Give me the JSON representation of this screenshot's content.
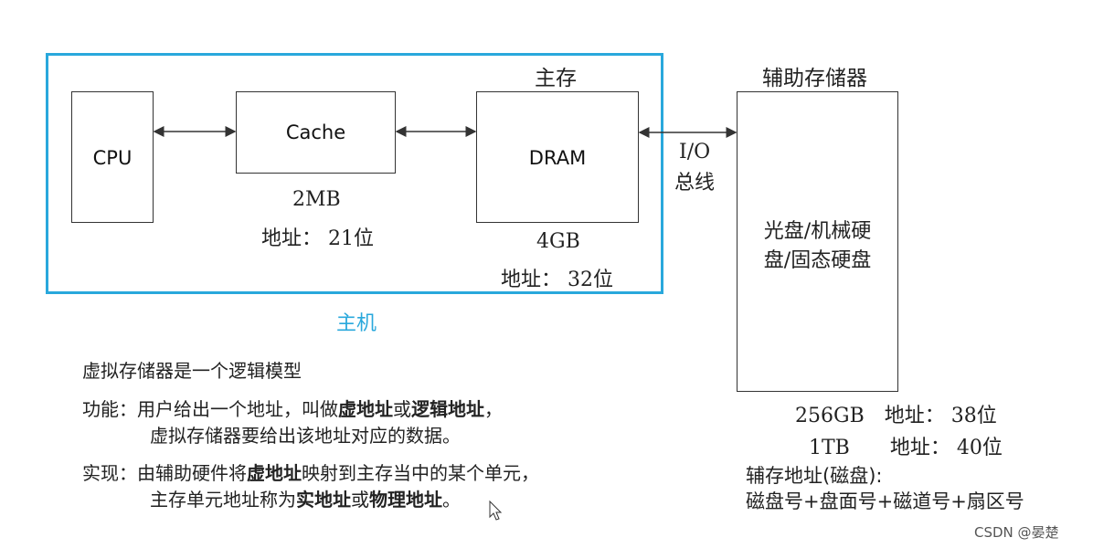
{
  "diagram": {
    "main_memory_title": "主存",
    "storage_title": "辅助存储器",
    "host_label": "主机",
    "colors": {
      "host_border": "#29a8dc",
      "host_label": "#29a8dc",
      "box_border": "#333333"
    },
    "cpu": {
      "label": "CPU"
    },
    "cache": {
      "label": "Cache",
      "size": "2MB",
      "addr": "地址： 21位"
    },
    "dram": {
      "label": "DRAM",
      "size": "4GB",
      "addr": "地址： 32位"
    },
    "bus": {
      "line1": "I/O",
      "line2": "总线"
    },
    "storage": {
      "line1": "光盘/机械硬",
      "line2": "盘/固态硬盘",
      "spec1": "256GB　地址： 38位",
      "spec2": "1TB　　地址： 40位",
      "aux_addr_title": "辅存地址(磁盘):",
      "aux_addr_value": "磁盘号+盘面号+磁道号+扇区号"
    }
  },
  "notes": {
    "title": "虚拟存储器是一个逻辑模型",
    "function": {
      "prefix": "功能：",
      "l1_a": "用户给出一个地址，叫做",
      "l1_b": "虚地址",
      "l1_c": "或",
      "l1_d": "逻辑地址",
      "l1_e": "，",
      "l2": "虚拟存储器要给出该地址对应的数据。"
    },
    "impl": {
      "prefix": "实现：",
      "l1_a": "由辅助硬件将",
      "l1_b": "虚地址",
      "l1_c": "映射到主存当中的某个单元，",
      "l2_a": "主存单元地址称为",
      "l2_b": "实地址",
      "l2_c": "或",
      "l2_d": "物理地址",
      "l2_e": "。"
    }
  },
  "watermark": "CSDN @晏楚"
}
